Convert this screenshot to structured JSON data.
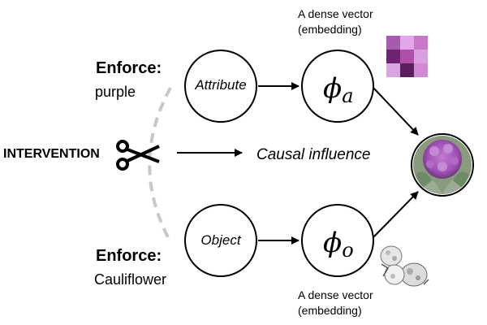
{
  "enforce_top": {
    "title": "Enforce:",
    "value": "purple"
  },
  "enforce_bottom": {
    "title": "Enforce:",
    "value": "Cauliflower"
  },
  "intervention_label": "INTERVENTION",
  "causal_influence_label": "Causal influence",
  "nodes": {
    "attribute": "Attribute",
    "object": "Object",
    "phi_a": {
      "symbol": "ϕ",
      "subscript": "a"
    },
    "phi_o": {
      "symbol": "ϕ",
      "subscript": "o"
    }
  },
  "embedding_top": {
    "line1": "A dense vector",
    "line2": "(embedding)"
  },
  "embedding_bottom": {
    "line1": "A dense vector",
    "line2": "(embedding)"
  },
  "embedding_grid_colors": [
    "#a45bb0",
    "#e3a6e8",
    "#c878c8",
    "#6e2470",
    "#b04fa8",
    "#d8a0de",
    "#d9a5e0",
    "#5a1f5c",
    "#cf8ad3"
  ],
  "colors": {
    "cauliflower_purple": "#a050b8",
    "dashed_arc": "#c8c8c8"
  },
  "icons": [
    "scissors-icon",
    "cauliflower-photo-icon",
    "grayscale-cauliflower-icon",
    "embedding-grid-icon"
  ]
}
